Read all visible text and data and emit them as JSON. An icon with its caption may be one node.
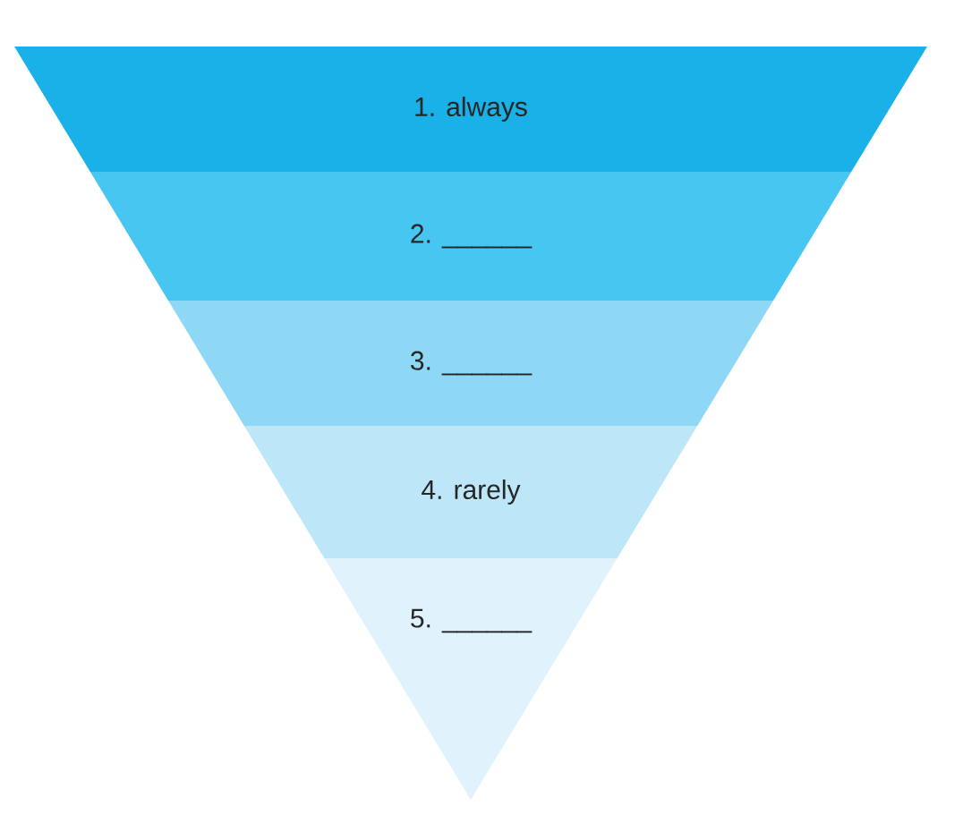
{
  "diagram": {
    "nodes": [
      {
        "text": [
          "1. always"
        ]
      },
      {
        "text": [
          "2. ______"
        ]
      },
      {
        "text": [
          "3. ______"
        ]
      },
      {
        "text": [
          "4. rarely"
        ]
      },
      {
        "text": [
          "5. ______"
        ]
      }
    ]
  }
}
